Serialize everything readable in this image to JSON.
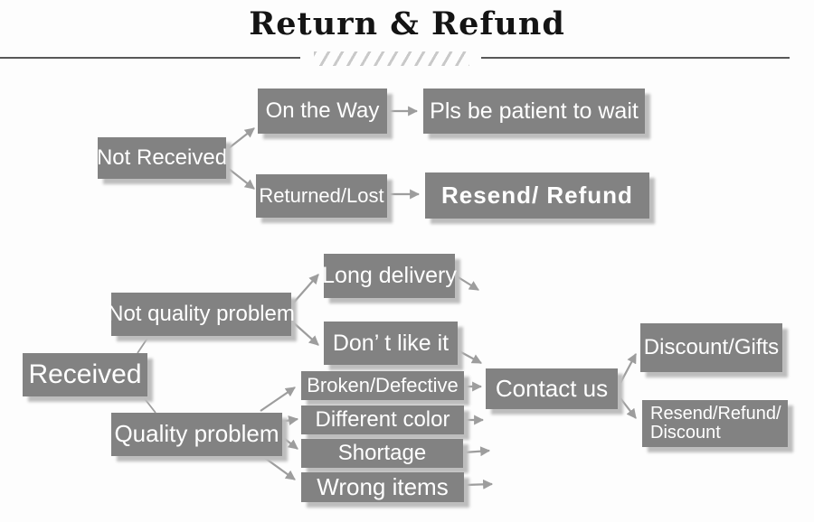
{
  "title": "Return & Refund",
  "nodes": {
    "not_received": {
      "label": "Not Received"
    },
    "on_the_way": {
      "label": "On the Way"
    },
    "pls_wait": {
      "label": "Pls be patient to wait"
    },
    "returned_lost": {
      "label": "Returned/Lost"
    },
    "resend_refund": {
      "label": "Resend/ Refund"
    },
    "received": {
      "label": "Received"
    },
    "not_quality": {
      "label": "Not quality problem"
    },
    "quality": {
      "label": "Quality problem"
    },
    "long_delivery": {
      "label": "Long delivery"
    },
    "dont_like": {
      "label": "Don’ t like it"
    },
    "broken": {
      "label": "Broken/Defective"
    },
    "different_color": {
      "label": "Different color"
    },
    "shortage": {
      "label": "Shortage"
    },
    "wrong_items": {
      "label": "Wrong items"
    },
    "contact_us": {
      "label": "Contact us"
    },
    "discount_gifts": {
      "label": "Discount/Gifts"
    },
    "resend_refund_discount": {
      "label": "Resend/Refund/ Discount"
    }
  },
  "edges": [
    {
      "from": "not_received",
      "to": "on_the_way",
      "arrowhead": true
    },
    {
      "from": "not_received",
      "to": "returned_lost",
      "arrowhead": true
    },
    {
      "from": "on_the_way",
      "to": "pls_wait",
      "arrowhead": true
    },
    {
      "from": "returned_lost",
      "to": "resend_refund",
      "arrowhead": true
    },
    {
      "from": "received",
      "to": "not_quality",
      "arrowhead": false
    },
    {
      "from": "received",
      "to": "quality",
      "arrowhead": false
    },
    {
      "from": "not_quality",
      "to": "long_delivery",
      "arrowhead": true
    },
    {
      "from": "not_quality",
      "to": "dont_like",
      "arrowhead": true
    },
    {
      "from": "long_delivery",
      "to": "(out)",
      "arrowhead": true
    },
    {
      "from": "dont_like",
      "to": "contact_us",
      "arrowhead": true
    },
    {
      "from": "quality",
      "to": "broken",
      "arrowhead": true
    },
    {
      "from": "quality",
      "to": "different_color",
      "arrowhead": true
    },
    {
      "from": "quality",
      "to": "shortage",
      "arrowhead": true
    },
    {
      "from": "quality",
      "to": "wrong_items",
      "arrowhead": true
    },
    {
      "from": "broken",
      "to": "contact_us",
      "arrowhead": true
    },
    {
      "from": "different_color",
      "to": "contact_us",
      "arrowhead": true
    },
    {
      "from": "shortage",
      "to": "(out)",
      "arrowhead": true
    },
    {
      "from": "wrong_items",
      "to": "(out)",
      "arrowhead": true
    },
    {
      "from": "contact_us",
      "to": "discount_gifts",
      "arrowhead": true
    },
    {
      "from": "contact_us",
      "to": "resend_refund_discount",
      "arrowhead": true
    }
  ],
  "colors": {
    "box": "#828282",
    "box_text": "#ffffff",
    "arrow": "#9d9d9d",
    "title": "#141414",
    "divider": "#585858",
    "hatch": "#c9c9c9",
    "shadow": "#bdbdbd",
    "background": "#fdfdfd"
  }
}
